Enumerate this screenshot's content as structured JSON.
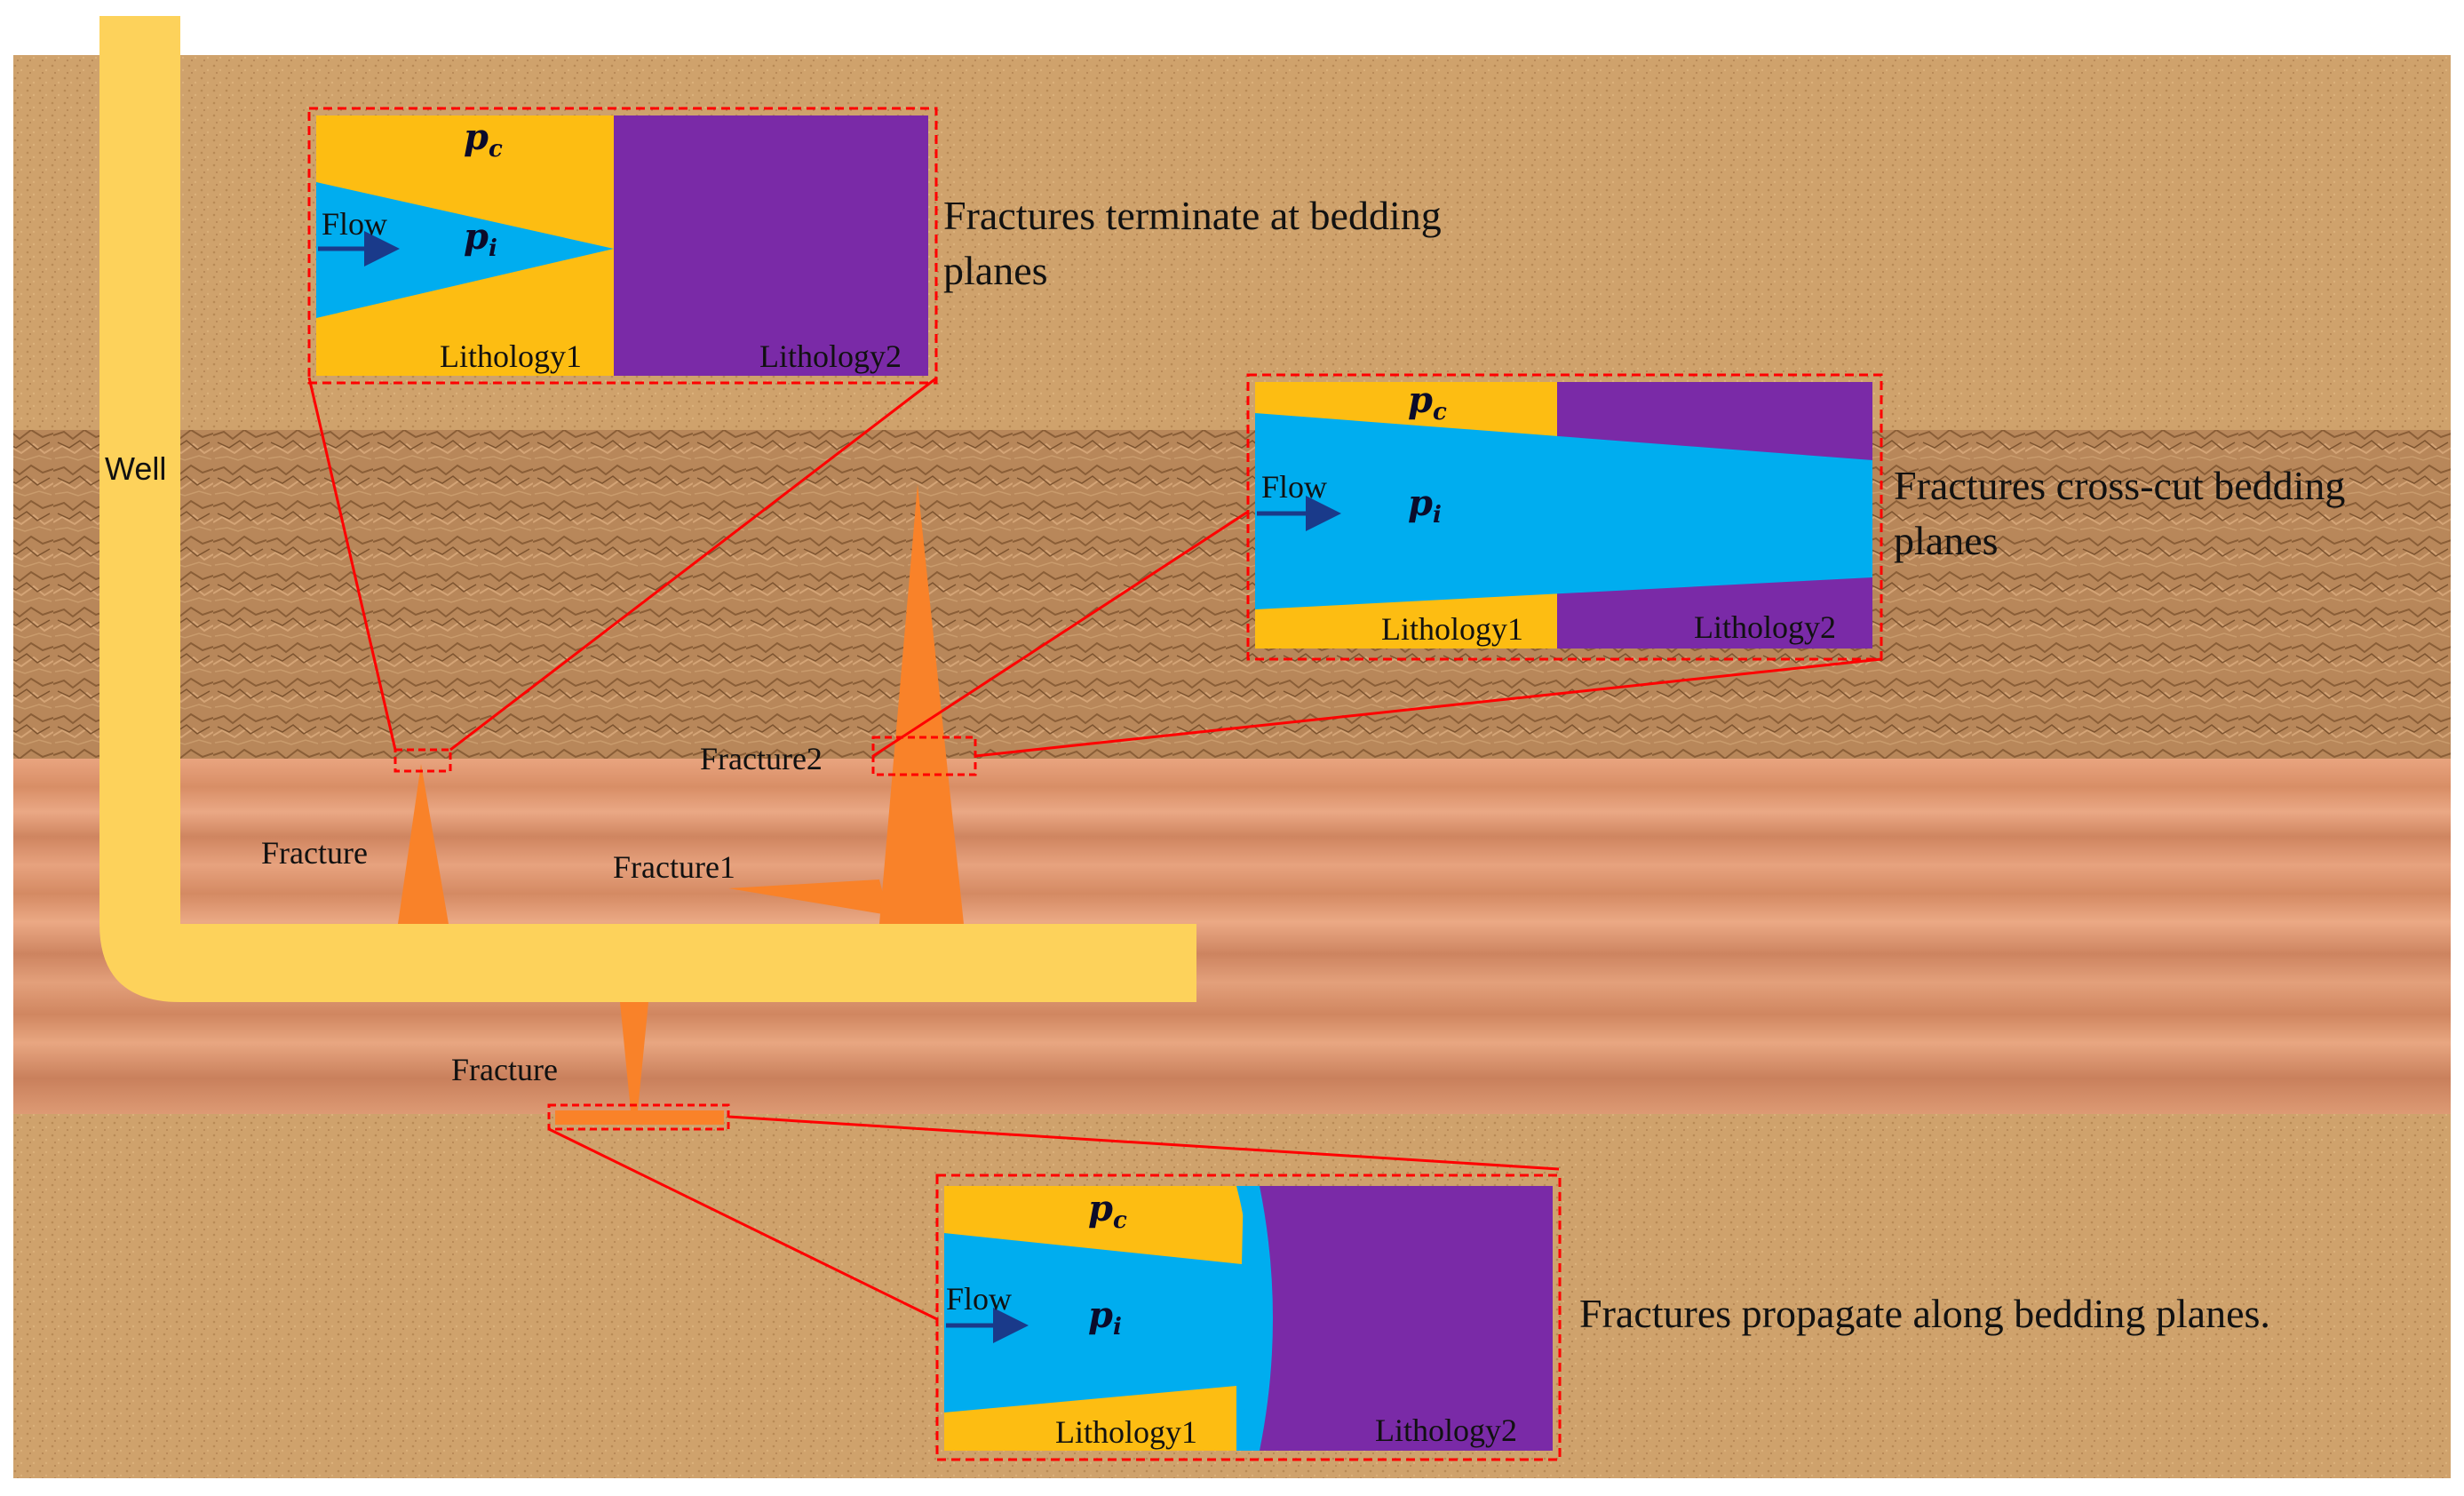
{
  "labels": {
    "well": "Well",
    "fracture_left": "Fracture",
    "fracture1": "Fracture1",
    "fracture2": "Fracture2",
    "fracture_bottom": "Fracture"
  },
  "callouts": {
    "terminate": "Fractures terminate at bedding",
    "terminate_line2": "planes",
    "crosscut": "Fractures cross-cut bedding",
    "crosscut_line2": "planes",
    "propagate": "Fractures propagate along bedding planes."
  },
  "inset": {
    "pc": "p",
    "pc_sub": "c",
    "pi": "p",
    "pi_sub": "i",
    "flow": "Flow",
    "lithology1": "Lithology1",
    "lithology2": "Lithology2"
  },
  "colors": {
    "lithology1": "#fdbd12",
    "lithology2": "#7a2aa7",
    "fluid": "#00adef",
    "fracture": "#f98229",
    "well": "#fdd25b",
    "callout_line": "#ff0000",
    "flow_arrow": "#1a3a8a"
  }
}
